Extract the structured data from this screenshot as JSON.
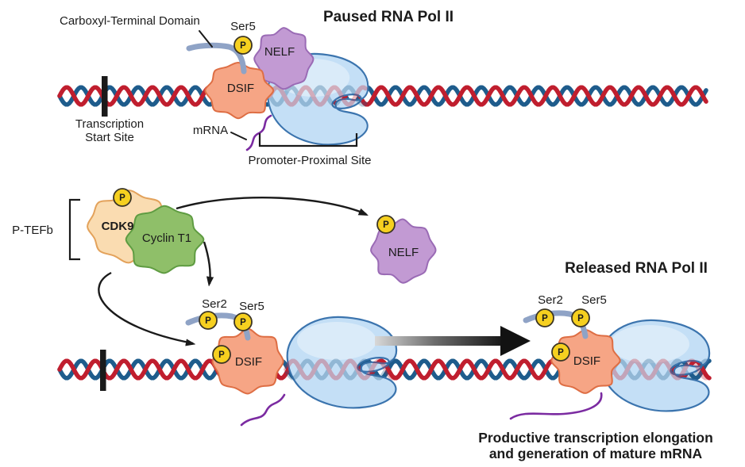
{
  "paused_panel": {
    "title": "Paused RNA Pol II",
    "ctd_label": "Carboxyl-Terminal Domain",
    "ser5_label": "Ser5",
    "phospho": "P",
    "nelf_label": "NELF",
    "dsif_label": "DSIF",
    "tss_label_line1": "Transcription",
    "tss_label_line2": "Start Site",
    "mrna_label": "mRNA",
    "promoter_label": "Promoter-Proximal Site"
  },
  "ptefb_complex": {
    "label": "P-TEFb",
    "cdk9_label": "CDK9",
    "cyclin_label": "Cyclin T1",
    "phospho": "P"
  },
  "released_nelf": {
    "nelf_label": "NELF",
    "phospho": "P"
  },
  "phosphorylated_pol": {
    "ser2_label": "Ser2",
    "ser5_label": "Ser5",
    "dsif_label": "DSIF",
    "phospho": "P"
  },
  "released_panel": {
    "title": "Released RNA Pol II",
    "ser2_label": "Ser2",
    "ser5_label": "Ser5",
    "dsif_label": "DSIF",
    "phospho": "P",
    "caption_line1": "Productive transcription elongation",
    "caption_line2": "and generation of mature mRNA"
  },
  "colors": {
    "dna_red": "#C01E2E",
    "dna_blue": "#1E5C8C",
    "pol_fill": "#C4DFF6",
    "pol_stroke": "#3B74AE",
    "dsif_fill": "#F6A585",
    "dsif_stroke": "#DE6E44",
    "nelf_fill": "#C29AD3",
    "nelf_stroke": "#9A6BB5",
    "cdk9_fill": "#FADCB1",
    "cdk9_stroke": "#E3A25B",
    "cyclin_fill": "#8FBF69",
    "cyclin_stroke": "#5F9C42",
    "phospho_fill": "#F6D01F",
    "phospho_stroke": "#3B3524",
    "mrna_purple": "#7B2BA1",
    "ctd_tail": "#8FA3C6",
    "arrow_black": "#1A1A1A"
  }
}
